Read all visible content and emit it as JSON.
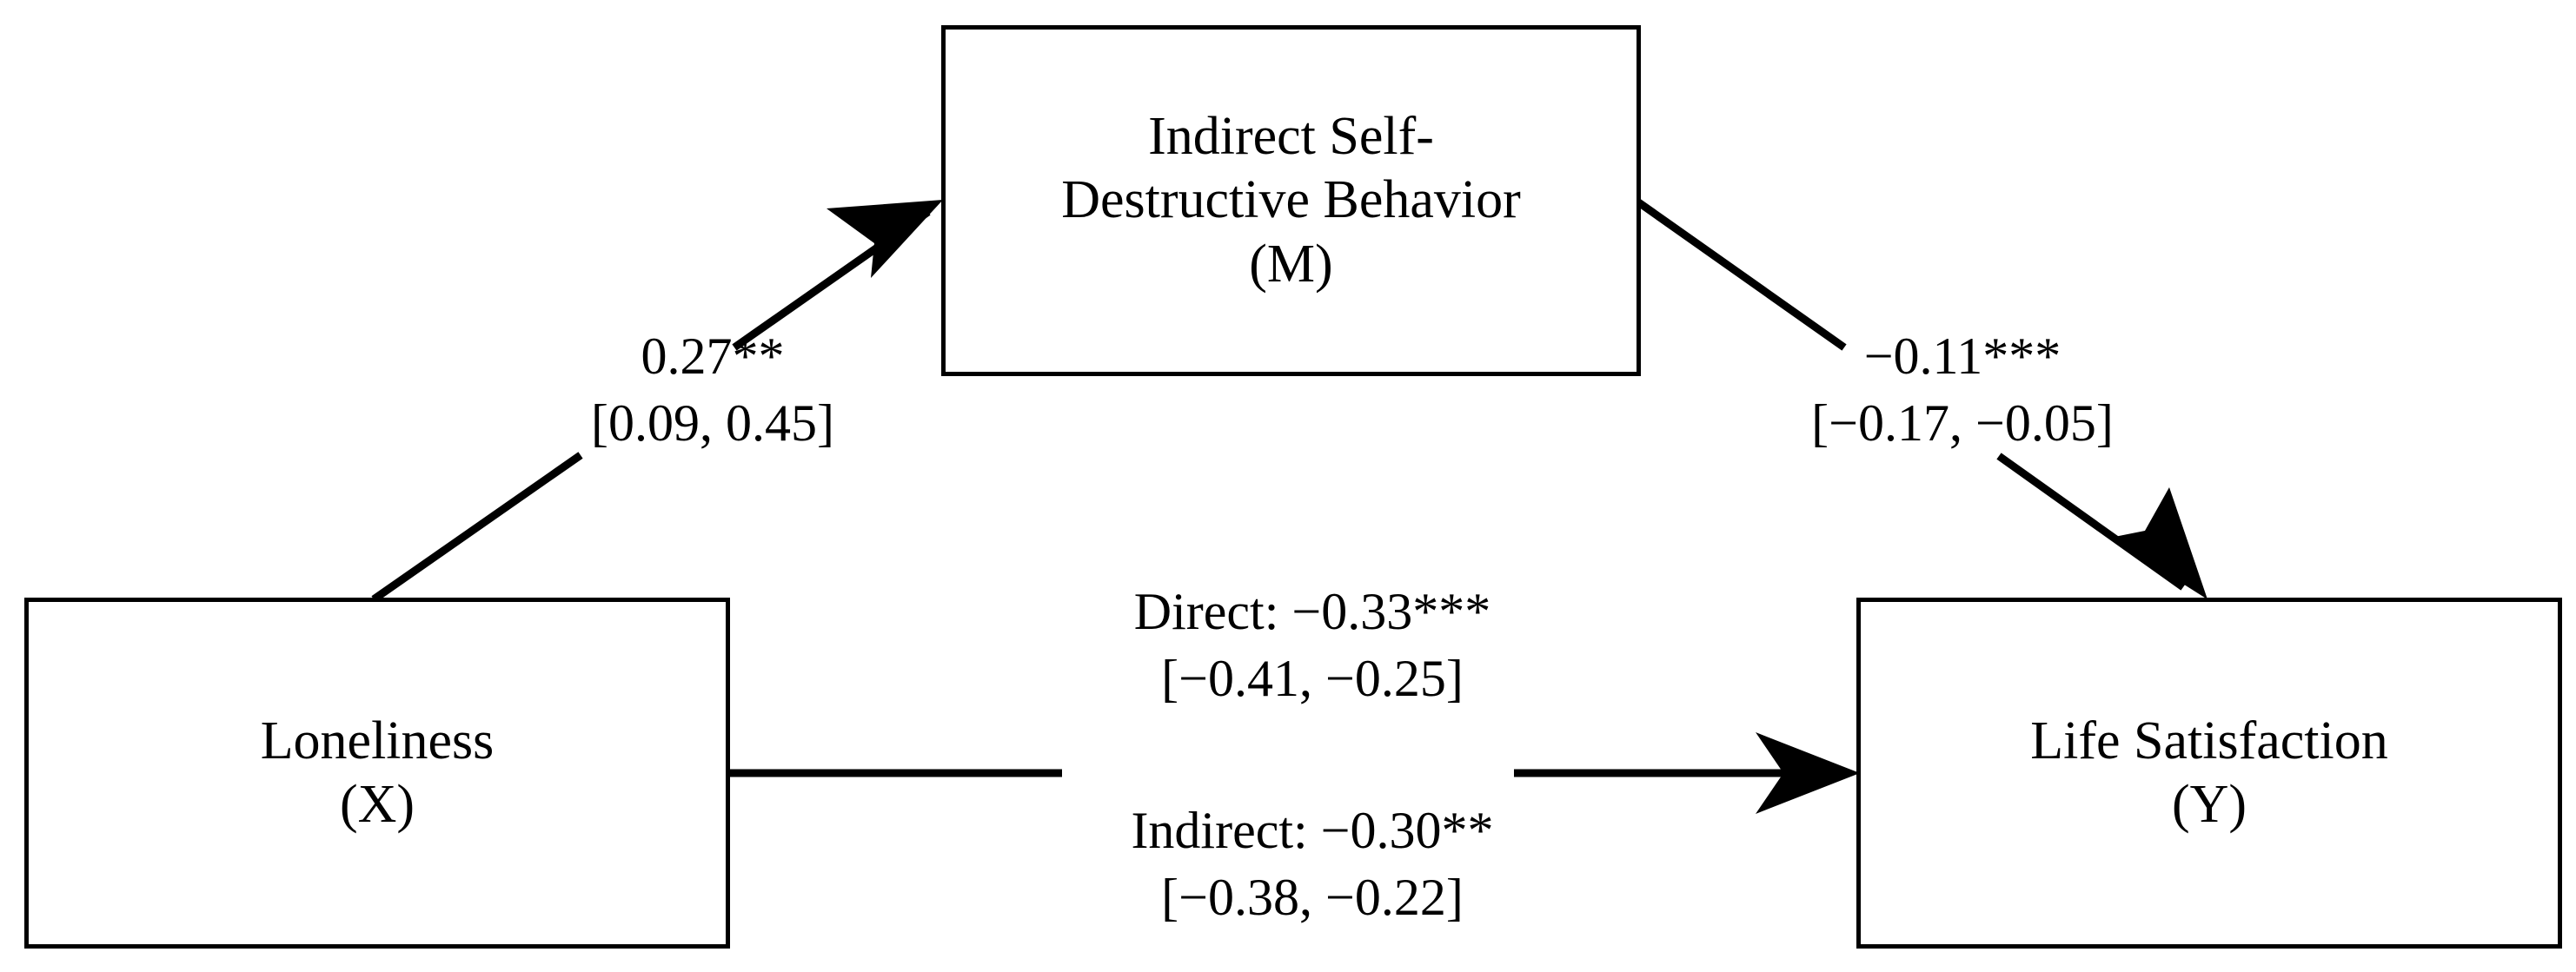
{
  "diagram": {
    "type": "mediation-path-model",
    "nodes": {
      "predictor": {
        "name": "Loneliness",
        "symbol": "(X)",
        "role": "independent-variable"
      },
      "mediator": {
        "name_line1": "Indirect Self-",
        "name_line2": "Destructive Behavior",
        "symbol": "(M)",
        "role": "mediator"
      },
      "outcome": {
        "name": "Life Satisfaction",
        "symbol": "(Y)",
        "role": "dependent-variable"
      }
    },
    "paths": {
      "a_path": {
        "coefficient": "0.27**",
        "confidence_interval": "[0.09, 0.45]",
        "from": "predictor",
        "to": "mediator"
      },
      "b_path": {
        "coefficient": "−0.11***",
        "confidence_interval": "[−0.17, −0.05]",
        "from": "mediator",
        "to": "outcome"
      },
      "direct_effect": {
        "coefficient": "Direct: −0.33***",
        "confidence_interval": "[−0.41, −0.25]",
        "from": "predictor",
        "to": "outcome"
      },
      "indirect_effect": {
        "coefficient": "Indirect: −0.30**",
        "confidence_interval": "[−0.38, −0.22]",
        "from": "predictor",
        "to": "outcome"
      }
    },
    "colors": {
      "stroke": "#000000",
      "background": "#ffffff",
      "text": "#000000"
    }
  }
}
